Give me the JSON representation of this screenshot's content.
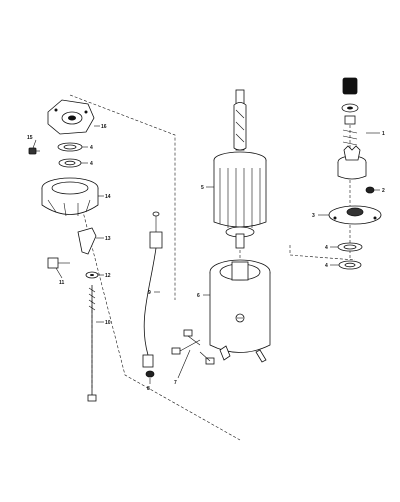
{
  "callouts": [
    {
      "id": "c1",
      "label": "1"
    },
    {
      "id": "c2",
      "label": "2"
    },
    {
      "id": "c3",
      "label": "3"
    },
    {
      "id": "c4a",
      "label": "4"
    },
    {
      "id": "c4b",
      "label": "4"
    },
    {
      "id": "c4c",
      "label": "4"
    },
    {
      "id": "c4d",
      "label": "4"
    },
    {
      "id": "c5",
      "label": "5"
    },
    {
      "id": "c6",
      "label": "6"
    },
    {
      "id": "c7",
      "label": "7"
    },
    {
      "id": "c8",
      "label": "8"
    },
    {
      "id": "c9",
      "label": "9"
    },
    {
      "id": "c10",
      "label": "10"
    },
    {
      "id": "c11",
      "label": "11"
    },
    {
      "id": "c12",
      "label": "12"
    },
    {
      "id": "c13",
      "label": "13"
    },
    {
      "id": "c14",
      "label": "14"
    },
    {
      "id": "c15",
      "label": "15"
    },
    {
      "id": "c16",
      "label": "16"
    }
  ],
  "colors": {
    "ink": "#111111",
    "paper": "#ffffff",
    "shade": "#2a2a2a"
  }
}
